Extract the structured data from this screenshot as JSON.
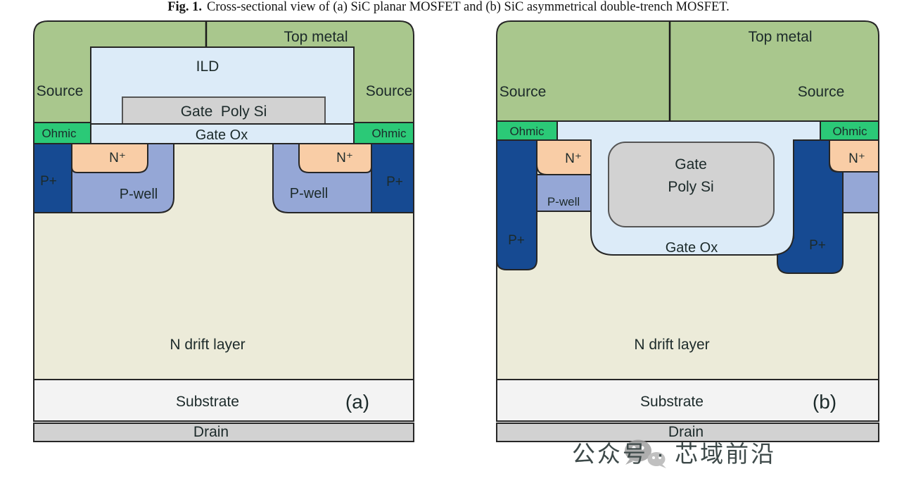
{
  "caption": {
    "label": "Fig. 1.",
    "text": "Cross-sectional view of (a) SiC planar MOSFET and (b) SiC asymmetrical double-trench MOSFET."
  },
  "watermark": {
    "text": "公众号 · 芯域前沿",
    "icon": "wechat-logo",
    "color": "#b3b3b3"
  },
  "colors": {
    "top_metal": "#a9c78d",
    "ohmic": "#2bc977",
    "p_plus": "#164a92",
    "p_well": "#95a7d6",
    "n_plus": "#f9cda6",
    "n_drift": "#ecebd9",
    "oxide": "#dcebf8",
    "gate_poly": "#d2d2d2",
    "substrate": "#f3f3f3",
    "drain": "#d2d2d2"
  },
  "diagram_a": {
    "panel_label": "(a)",
    "labels": {
      "top_metal": "Top metal",
      "source_left": "Source",
      "source_right": "Source",
      "ild": "ILD",
      "gate_poly": "Gate  Poly Si",
      "gate_ox": "Gate Ox",
      "ohmic_left": "Ohmic",
      "ohmic_right": "Ohmic",
      "n_plus_left": "N⁺",
      "n_plus_right": "N⁺",
      "p_well_left": "P-well",
      "p_well_right": "P-well",
      "p_plus_left": "P+",
      "p_plus_right": "P+",
      "n_drift": "N drift layer",
      "substrate": "Substrate",
      "drain": "Drain"
    }
  },
  "diagram_b": {
    "panel_label": "(b)",
    "labels": {
      "top_metal": "Top metal",
      "source_left": "Source",
      "source_right": "Source",
      "gate_line1": "Gate",
      "gate_line2": "Poly Si",
      "gate_ox": "Gate Ox",
      "ohmic_left": "Ohmic",
      "ohmic_right": "Ohmic",
      "n_plus_left": "N⁺",
      "n_plus_right": "N⁺",
      "p_well_left": "P-well",
      "p_plus_left": "P+",
      "p_plus_right": "P+",
      "n_drift": "N drift layer",
      "substrate": "Substrate",
      "drain": "Drain"
    }
  }
}
